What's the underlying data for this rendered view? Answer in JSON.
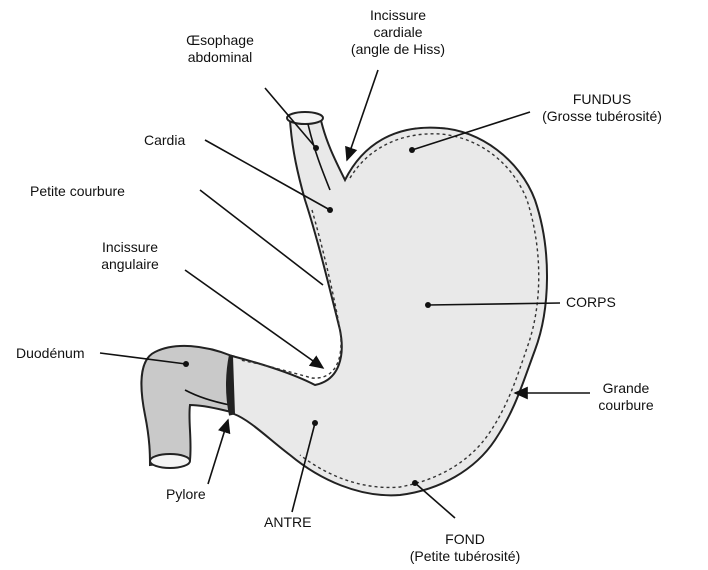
{
  "labels": {
    "oesophage": [
      "Œsophage",
      "abdominal"
    ],
    "incisure_cardiale": [
      "Incissure",
      "cardiale",
      "(angle de Hiss)"
    ],
    "fundus": [
      "FUNDUS",
      "(Grosse tubérosité)"
    ],
    "cardia": "Cardia",
    "petite_courbure": "Petite courbure",
    "incisure_angulaire": [
      "Incissure",
      "angulaire"
    ],
    "corps": "CORPS",
    "duodenum": "Duodénum",
    "grande_courbure": [
      "Grande",
      "courbure"
    ],
    "pylore": "Pylore",
    "antre": "ANTRE",
    "fond": [
      "FOND",
      "(Petite tubérosité)"
    ]
  }
}
